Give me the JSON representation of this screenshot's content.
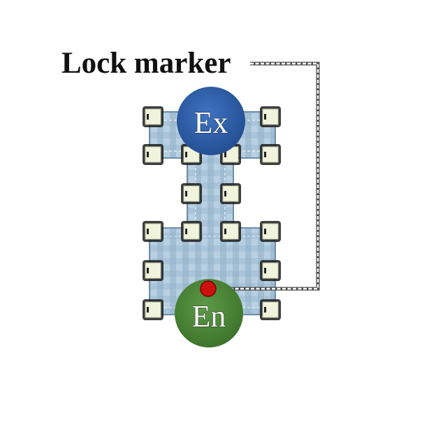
{
  "lock_label": "Lock marker",
  "exit_label": "Ex",
  "entrance_label": "En",
  "colors": {
    "floor": "#a9c4d8",
    "floor_dark": "#7f9fb8",
    "pillar_face": "#f1f4dc",
    "pillar_shadow": "#1c1c1c",
    "exit": "#2e5fa8",
    "entrance": "#4e8a3a",
    "lock_dot": "#cc1111",
    "leader_line": "#555555"
  }
}
